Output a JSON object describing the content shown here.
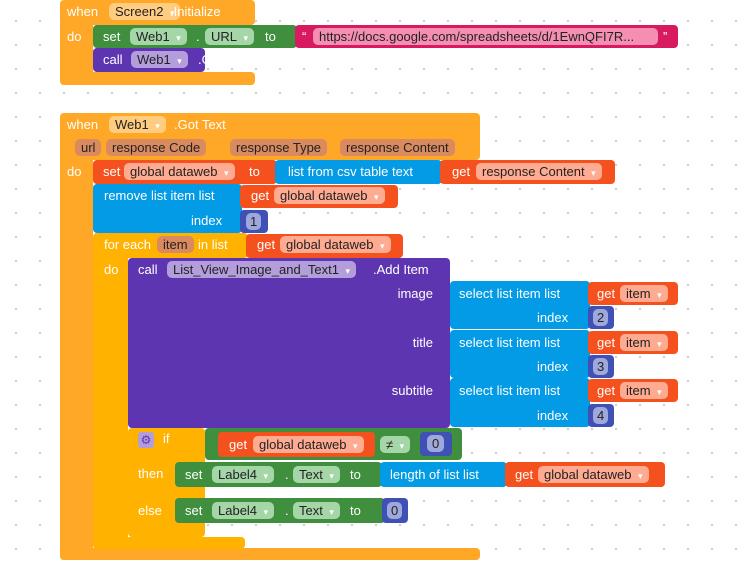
{
  "init_event": {
    "when": "when",
    "component": "Screen2",
    "event": ".Initialize",
    "do": "do",
    "set_url": {
      "set": "set",
      "component": "Web1",
      "dot": ".",
      "property": "URL",
      "to": "to",
      "open_quote": "“",
      "url": "https://docs.google.com/spreadsheets/d/1EwnQFI7R...",
      "close_quote": "”"
    },
    "call_get": {
      "call": "call",
      "component": "Web1",
      "method": ".Get"
    }
  },
  "gottext_event": {
    "when": "when",
    "component": "Web1",
    "event": ".Got Text",
    "params": [
      "url",
      "response Code",
      "response Type",
      "response Content"
    ],
    "do": "do",
    "set_var": {
      "set": "set",
      "variable": "global dataweb",
      "to": "to",
      "csv": "list from csv table  text",
      "get": "get",
      "source": "response Content"
    },
    "remove": {
      "label": "remove list item  list",
      "get": "get",
      "variable": "global dataweb",
      "index_label": "index",
      "index": "1"
    },
    "foreach": {
      "label": "for each",
      "item": "item",
      "in_list": "in list",
      "get": "get",
      "variable": "global dataweb",
      "do": "do",
      "call": {
        "call": "call",
        "component": "List_View_Image_and_Text1",
        "method": ".Add Item",
        "args": [
          {
            "name": "image",
            "select": "select list item  list",
            "get": "get",
            "var": "item",
            "index_label": "index",
            "index": "2"
          },
          {
            "name": "title",
            "select": "select list item  list",
            "get": "get",
            "var": "item",
            "index_label": "index",
            "index": "3"
          },
          {
            "name": "subtitle",
            "select": "select list item  list",
            "get": "get",
            "var": "item",
            "index_label": "index",
            "index": "4"
          }
        ]
      },
      "if": {
        "if": "if",
        "get": "get",
        "variable": "global dataweb",
        "op": "≠",
        "value": "0",
        "then": "then",
        "then_set": {
          "set": "set",
          "component": "Label4",
          "dot": ".",
          "property": "Text",
          "to": "to",
          "length": "length of list  list",
          "get": "get",
          "variable": "global dataweb"
        },
        "else": "else",
        "else_set": {
          "set": "set",
          "component": "Label4",
          "dot": ".",
          "property": "Text",
          "to": "to",
          "value": "0"
        }
      }
    }
  }
}
